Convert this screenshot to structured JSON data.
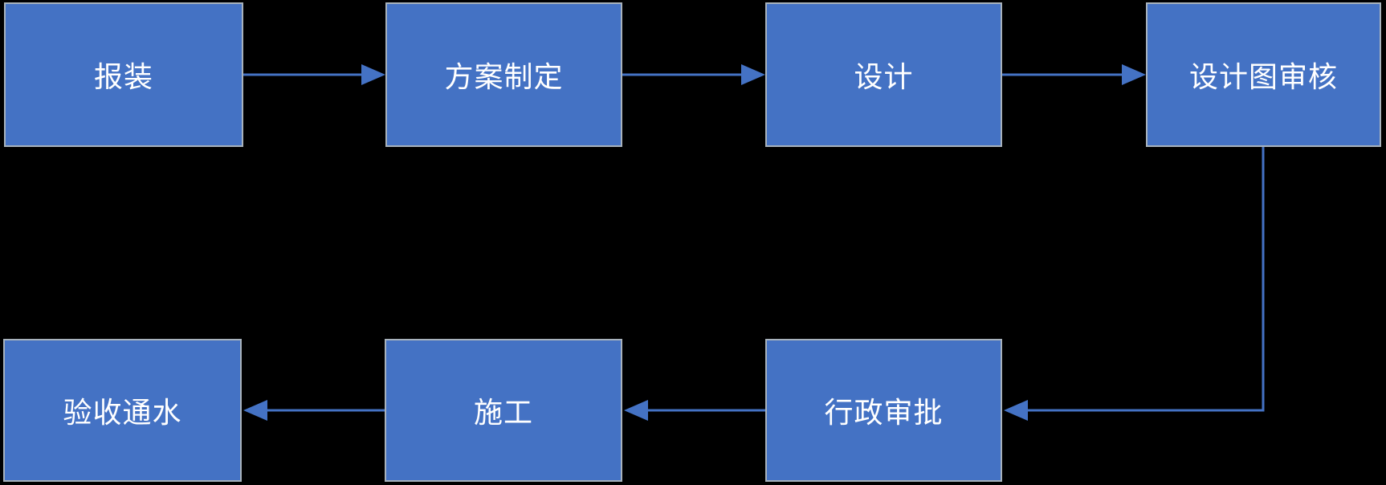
{
  "colors": {
    "background": "#000000",
    "box-fill": "#4472C4",
    "box-border": "#A8B2BC",
    "text": "#FFFFFF",
    "connector": "#4472C4"
  },
  "nodes": [
    {
      "label": "报装"
    },
    {
      "label": "方案制定"
    },
    {
      "label": "设计"
    },
    {
      "label": "设计图审核"
    },
    {
      "label": "行政审批"
    },
    {
      "label": "施工"
    },
    {
      "label": "验收通水"
    }
  ],
  "edges": [
    {
      "from": "报装",
      "to": "方案制定"
    },
    {
      "from": "方案制定",
      "to": "设计"
    },
    {
      "from": "设计",
      "to": "设计图审核"
    },
    {
      "from": "设计图审核",
      "to": "行政审批"
    },
    {
      "from": "行政审批",
      "to": "施工"
    },
    {
      "from": "施工",
      "to": "验收通水"
    }
  ]
}
